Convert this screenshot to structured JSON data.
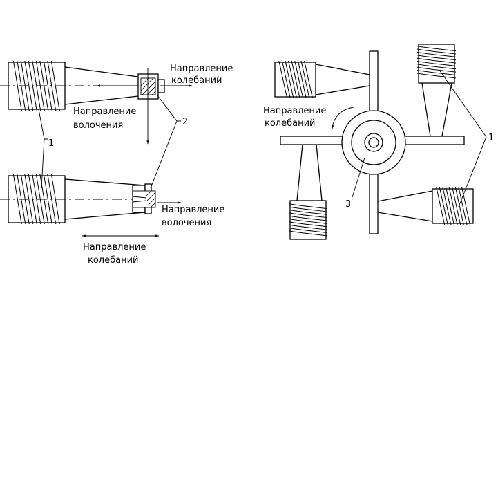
{
  "labels": {
    "osc_dir_top": [
      "Направление",
      "колебаний"
    ],
    "draw_dir_top": [
      "Направление",
      "волочения"
    ],
    "draw_dir_bottom": [
      "Направление",
      "волочения"
    ],
    "osc_dir_bottom": [
      "Направление",
      "колебаний"
    ],
    "osc_dir_right": [
      "Направление",
      "колебаний"
    ],
    "callout_1_left": "1",
    "callout_2": "2",
    "callout_3": "3",
    "callout_1_right": "1"
  },
  "colors": {
    "line": "#000000",
    "background": "#ffffff"
  }
}
